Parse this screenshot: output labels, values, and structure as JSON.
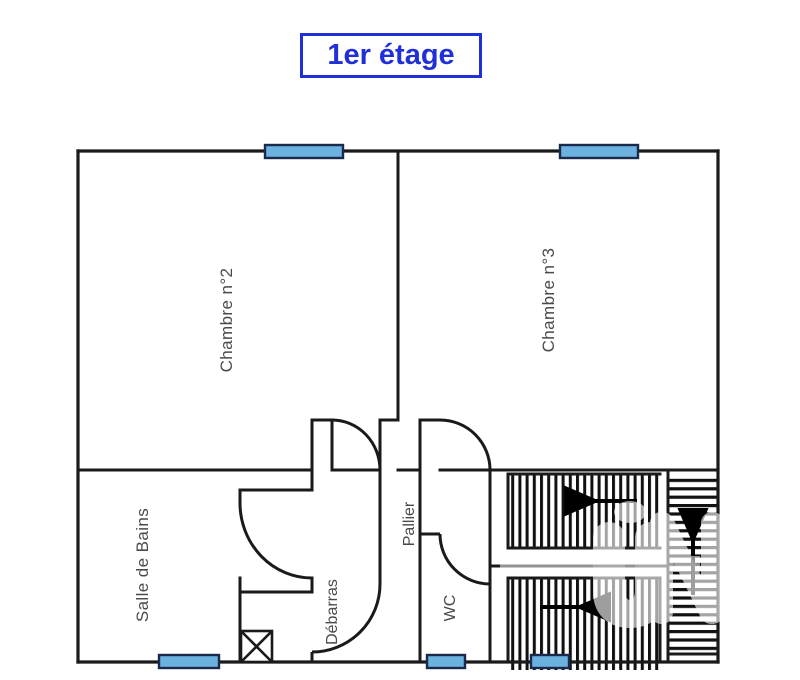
{
  "title": {
    "label": "1er étage",
    "text_color": "#2030d8",
    "border_color": "#2030d8"
  },
  "colors": {
    "wall": "#1a1a1a",
    "window_fill": "#6cb2e0",
    "window_stroke": "#1b2a4a",
    "label_text": "#4a4a4a",
    "background": "#ffffff",
    "stair_hatch": "#111111"
  },
  "rooms": [
    {
      "id": "chambre-2",
      "label": "Chambre n°2",
      "orientation": "vertical"
    },
    {
      "id": "chambre-3",
      "label": "Chambre n°3",
      "orientation": "vertical"
    },
    {
      "id": "salle-de-bains",
      "label": "Salle de Bains",
      "orientation": "vertical"
    },
    {
      "id": "pallier",
      "label": "Pallier",
      "orientation": "vertical"
    },
    {
      "id": "debarras",
      "label": "Débarras",
      "orientation": "vertical"
    },
    {
      "id": "wc",
      "label": "WC",
      "orientation": "vertical"
    }
  ],
  "windows": [
    {
      "id": "window-chambre2-top",
      "wall": "top",
      "label": ""
    },
    {
      "id": "window-chambre3-top",
      "wall": "top",
      "label": ""
    },
    {
      "id": "window-sdb-bottom",
      "wall": "bottom",
      "label": ""
    },
    {
      "id": "window-wc-bottom",
      "wall": "bottom",
      "label": ""
    },
    {
      "id": "window-stair-bottom",
      "wall": "bottom",
      "label": ""
    }
  ],
  "features": [
    {
      "id": "duct-shaft",
      "type": "crossed-box",
      "label": ""
    },
    {
      "id": "staircase-upper",
      "type": "stairs",
      "direction": "left"
    },
    {
      "id": "staircase-lower",
      "type": "stairs",
      "direction": "right"
    },
    {
      "id": "staircase-right",
      "type": "stairs",
      "direction": "up"
    }
  ],
  "doors": [
    {
      "id": "door-chambre2",
      "swing": "arc"
    },
    {
      "id": "door-chambre3",
      "swing": "arc"
    },
    {
      "id": "door-salle-de-bains",
      "swing": "arc"
    },
    {
      "id": "door-debarras",
      "swing": "arc"
    },
    {
      "id": "door-wc",
      "swing": "arc"
    }
  ],
  "watermark": {
    "present": true,
    "opacity": "0.55"
  }
}
